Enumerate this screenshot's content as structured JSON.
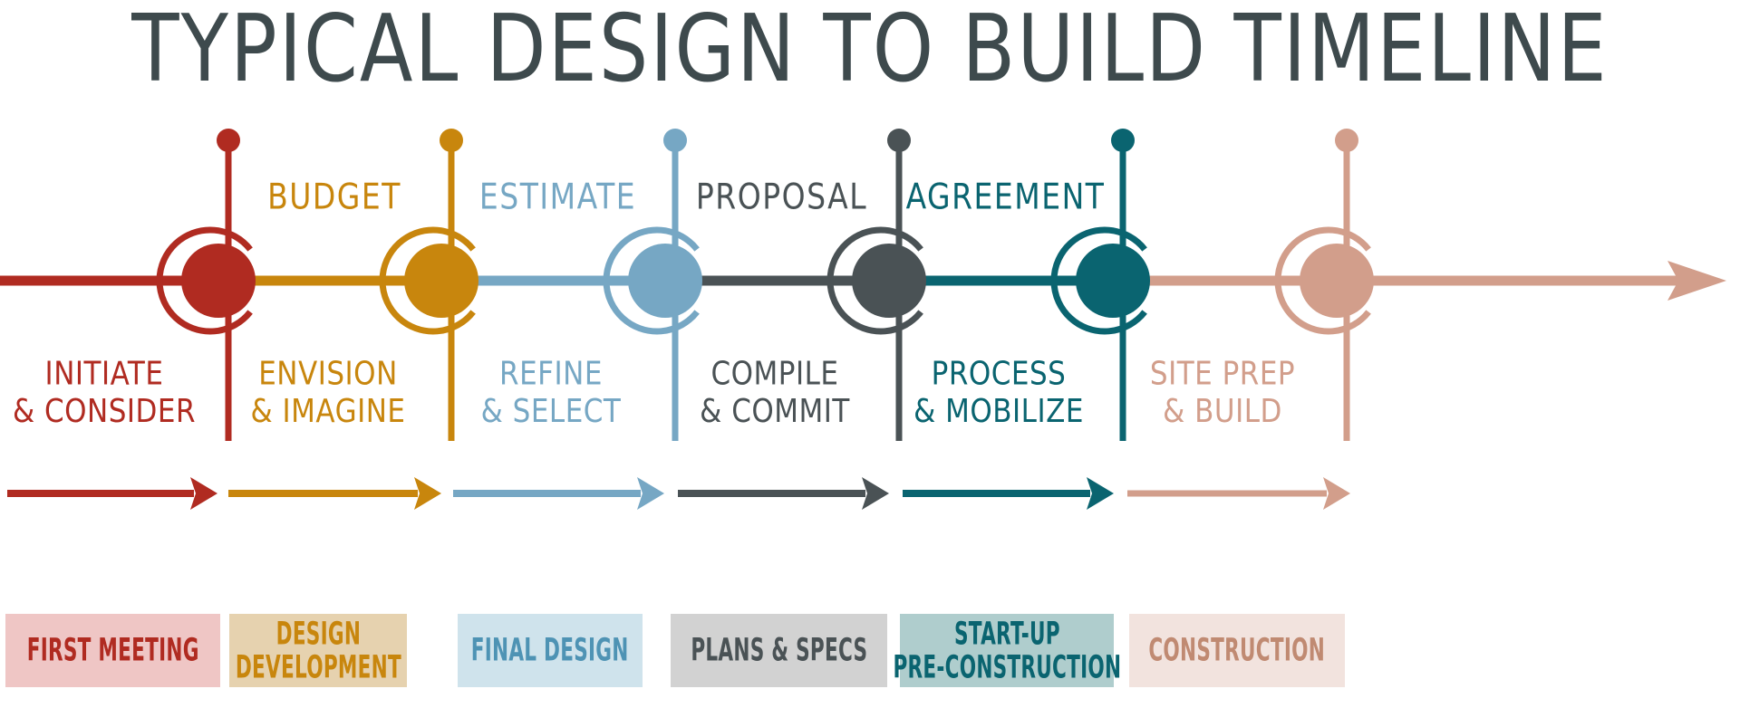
{
  "title": "TYPICAL DESIGN TO BUILD TIMELINE",
  "palette": {
    "title_color": "#3E4A4D",
    "red": "#B02B21",
    "ochre": "#C8860D",
    "steel_blue": "#76A7C4",
    "slate_gray": "#4A5255",
    "teal": "#0A6470",
    "rose": "#D29E8B"
  },
  "milestones": [
    {
      "label": "BUDGET",
      "color": "#C8860D"
    },
    {
      "label": "ESTIMATE",
      "color": "#76A7C4"
    },
    {
      "label": "PROPOSAL",
      "color": "#4A5255"
    },
    {
      "label": "AGREEMENT",
      "color": "#0A6470"
    }
  ],
  "phases": [
    {
      "line1": "INITIATE",
      "line2": "& CONSIDER",
      "color": "#B02B21"
    },
    {
      "line1": "ENVISION",
      "line2": "& IMAGINE",
      "color": "#C8860D"
    },
    {
      "line1": "REFINE",
      "line2": "& SELECT",
      "color": "#76A7C4"
    },
    {
      "line1": "COMPILE",
      "line2": "& COMMIT",
      "color": "#4A5255"
    },
    {
      "line1": "PROCESS",
      "line2": "& MOBILIZE",
      "color": "#0A6470"
    },
    {
      "line1": "SITE PREP",
      "line2": "& BUILD",
      "color": "#D29E8B"
    }
  ],
  "stage_boxes": [
    {
      "line1": "FIRST MEETING",
      "line2": "",
      "fill": "#EFC6C5",
      "text": "#B02B21"
    },
    {
      "line1": "DESIGN",
      "line2": "DEVELOPMENT",
      "fill": "#E6D2AF",
      "text": "#C8860D"
    },
    {
      "line1": "FINAL DESIGN",
      "line2": "",
      "fill": "#CFE3EC",
      "text": "#4E93B4"
    },
    {
      "line1": "PLANS & SPECS",
      "line2": "",
      "fill": "#D2D2D2",
      "text": "#4A5255"
    },
    {
      "line1": "START-UP",
      "line2": "PRE-CONSTRUCTION",
      "fill": "#AFCDCD",
      "text": "#0A6470"
    },
    {
      "line1": "CONSTRUCTION",
      "line2": "",
      "fill": "#F2E3DE",
      "text": "#C08A72"
    }
  ]
}
